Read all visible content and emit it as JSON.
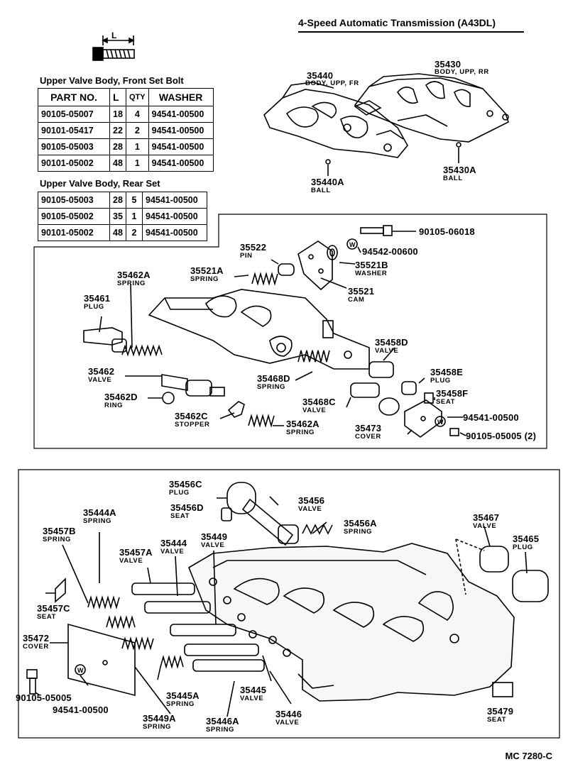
{
  "header": {
    "title": "4-Speed Automatic Transmission (A43DL)",
    "bolt_dim_label": "L"
  },
  "front_set": {
    "caption": "Upper Valve Body, Front Set Bolt",
    "columns": [
      "PART NO.",
      "L",
      "QTY",
      "WASHER"
    ],
    "rows": [
      [
        "90105-05007",
        "18",
        "4",
        "94541-00500"
      ],
      [
        "90101-05417",
        "22",
        "2",
        "94541-00500"
      ],
      [
        "90105-05003",
        "28",
        "1",
        "94541-00500"
      ],
      [
        "90101-05002",
        "48",
        "1",
        "94541-00500"
      ]
    ]
  },
  "rear_set": {
    "caption": "Upper Valve Body, Rear Set",
    "rows": [
      [
        "90105-05003",
        "28",
        "5",
        "94541-00500"
      ],
      [
        "90105-05002",
        "35",
        "1",
        "94541-00500"
      ],
      [
        "90101-05002",
        "48",
        "2",
        "94541-00500"
      ]
    ]
  },
  "labels": [
    {
      "id": "l-35440",
      "num": "35440",
      "name": "BODY, UPP, FR"
    },
    {
      "id": "l-35430",
      "num": "35430",
      "name": "BODY, UPP, RR"
    },
    {
      "id": "l-35440a",
      "num": "35440A",
      "name": "BALL"
    },
    {
      "id": "l-35430a",
      "num": "35430A",
      "name": "BALL"
    },
    {
      "id": "l-35522",
      "num": "35522",
      "name": "PIN"
    },
    {
      "id": "l-90105-06018",
      "num": "90105-06018",
      "name": ""
    },
    {
      "id": "l-94542-00600",
      "num": "94542-00600",
      "name": ""
    },
    {
      "id": "l-35521a",
      "num": "35521A",
      "name": "SPRING"
    },
    {
      "id": "l-35521b",
      "num": "35521B",
      "name": "WASHER"
    },
    {
      "id": "l-35462a-top",
      "num": "35462A",
      "name": "SPRING"
    },
    {
      "id": "l-35521",
      "num": "35521",
      "name": "CAM"
    },
    {
      "id": "l-35461",
      "num": "35461",
      "name": "PLUG"
    },
    {
      "id": "l-35458d",
      "num": "35458D",
      "name": "VALVE"
    },
    {
      "id": "l-35462",
      "num": "35462",
      "name": "VALVE"
    },
    {
      "id": "l-35468d",
      "num": "35468D",
      "name": "SPRING"
    },
    {
      "id": "l-35458e",
      "num": "35458E",
      "name": "PLUG"
    },
    {
      "id": "l-35462d",
      "num": "35462D",
      "name": "RING"
    },
    {
      "id": "l-35468c",
      "num": "35468C",
      "name": "VALVE"
    },
    {
      "id": "l-35458f",
      "num": "35458F",
      "name": "SEAT"
    },
    {
      "id": "l-94541-00500-a",
      "num": "94541-00500",
      "name": ""
    },
    {
      "id": "l-35462c",
      "num": "35462C",
      "name": "STOPPER"
    },
    {
      "id": "l-35462a-bot",
      "num": "35462A",
      "name": "SPRING"
    },
    {
      "id": "l-35473",
      "num": "35473",
      "name": "COVER"
    },
    {
      "id": "l-90105-05005-2",
      "num": "90105-05005 (2)",
      "name": ""
    },
    {
      "id": "l-35456c",
      "num": "35456C",
      "name": "PLUG"
    },
    {
      "id": "l-35456d",
      "num": "35456D",
      "name": "SEAT"
    },
    {
      "id": "l-35456",
      "num": "35456",
      "name": "VALVE"
    },
    {
      "id": "l-35444a",
      "num": "35444A",
      "name": "SPRING"
    },
    {
      "id": "l-35456a",
      "num": "35456A",
      "name": "SPRING"
    },
    {
      "id": "l-35467",
      "num": "35467",
      "name": "VALVE"
    },
    {
      "id": "l-35457b",
      "num": "35457B",
      "name": "SPRING"
    },
    {
      "id": "l-35449",
      "num": "35449",
      "name": "VALVE"
    },
    {
      "id": "l-35465",
      "num": "35465",
      "name": "PLUG"
    },
    {
      "id": "l-35444",
      "num": "35444",
      "name": "VALVE"
    },
    {
      "id": "l-35457a",
      "num": "35457A",
      "name": "VALVE"
    },
    {
      "id": "l-35457c",
      "num": "35457C",
      "name": "SEAT"
    },
    {
      "id": "l-35472",
      "num": "35472",
      "name": "COVER"
    },
    {
      "id": "l-90105-05005",
      "num": "90105-05005",
      "name": ""
    },
    {
      "id": "l-94541-00500-b",
      "num": "94541-00500",
      "name": ""
    },
    {
      "id": "l-35445a",
      "num": "35445A",
      "name": "SPRING"
    },
    {
      "id": "l-35445",
      "num": "35445",
      "name": "VALVE"
    },
    {
      "id": "l-35446",
      "num": "35446",
      "name": "VALVE"
    },
    {
      "id": "l-35449a",
      "num": "35449A",
      "name": "SPRING"
    },
    {
      "id": "l-35446a",
      "num": "35446A",
      "name": "SPRING"
    },
    {
      "id": "l-35479",
      "num": "35479",
      "name": "SEAT"
    }
  ],
  "washer_mark": "W",
  "footer": {
    "code": "MC 7280-C"
  }
}
